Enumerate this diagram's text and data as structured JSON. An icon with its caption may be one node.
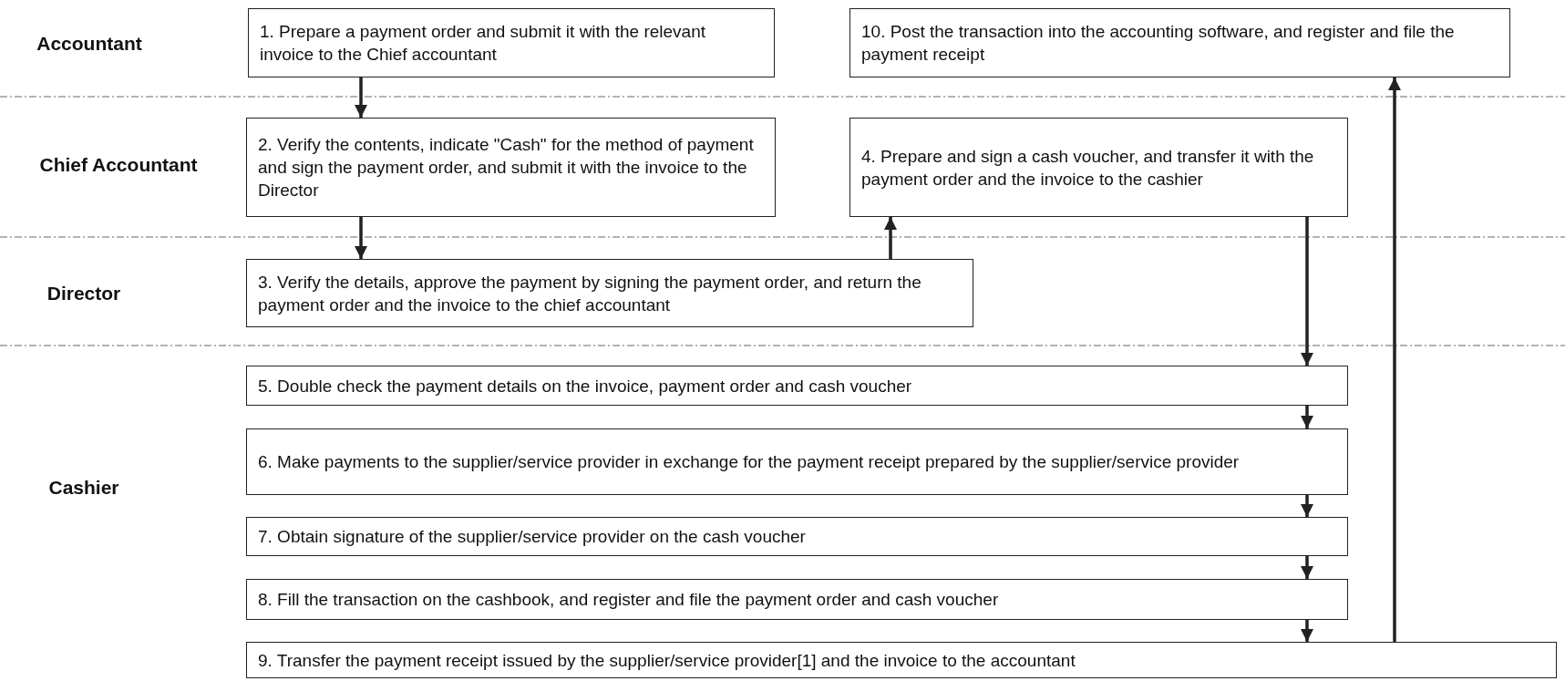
{
  "diagram": {
    "nodes": [
      {
        "text": [
          "1. Prepare a payment order and submit it with the relevant invoice to the Chief accountant"
        ]
      },
      {
        "text": [
          "10. Post the transaction into the accounting software, and register and file the payment receipt"
        ]
      },
      {
        "text": [
          "2. Verify the contents, indicate \"Cash\" for the method of payment and sign the payment order, and submit it with the invoice to the Director"
        ]
      },
      {
        "text": [
          "4. Prepare and sign a cash voucher, and transfer it with the payment order and the invoice to the cashier"
        ]
      },
      {
        "text": [
          "3. Verify the details, approve the payment by signing the payment order, and return the payment order and the invoice to the chief accountant"
        ]
      },
      {
        "text": [
          "5. Double check the payment details on the invoice, payment order and cash voucher"
        ]
      },
      {
        "text": [
          "6. Make payments to the supplier/service provider in exchange for the payment receipt prepared by the supplier/service provider"
        ]
      },
      {
        "text": [
          "7. Obtain signature of the supplier/service provider on the cash voucher"
        ]
      },
      {
        "text": [
          "8. Fill the transaction on the cashbook, and register and file the payment order and cash voucher"
        ]
      },
      {
        "text": [
          "9. Transfer the payment receipt issued by the supplier/service provider[1] and the invoice to the accountant"
        ]
      }
    ],
    "edges": [
      {
        "from": 0,
        "to": 2,
        "arrow": "to"
      },
      {
        "from": 2,
        "to": 4,
        "arrow": "to"
      },
      {
        "from": 4,
        "to": 3,
        "arrow": "to"
      },
      {
        "from": 3,
        "to": 5,
        "arrow": "to"
      },
      {
        "from": 5,
        "to": 6,
        "arrow": "to"
      },
      {
        "from": 6,
        "to": 7,
        "arrow": "to"
      },
      {
        "from": 7,
        "to": 8,
        "arrow": "to"
      },
      {
        "from": 8,
        "to": 9,
        "arrow": "to"
      },
      {
        "from": 9,
        "to": 1,
        "arrow": "to"
      }
    ],
    "labels": [
      "Accountant",
      "Chief Accountant",
      "Director",
      "Cashier"
    ]
  }
}
